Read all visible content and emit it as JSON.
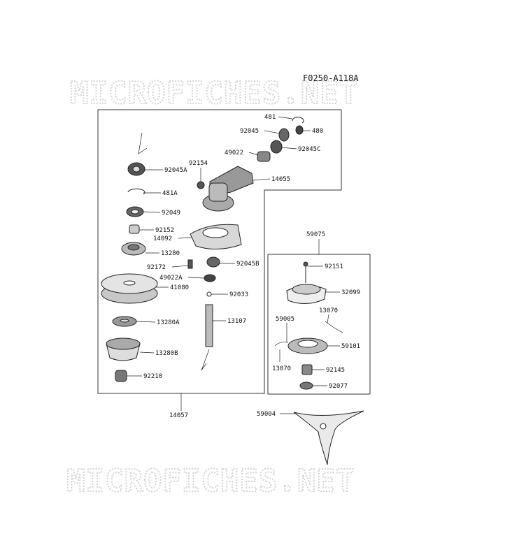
{
  "diagram_code": "F0250-A118A",
  "watermark": {
    "text": "MICROFICHES.NET"
  },
  "parts": {
    "p481": "481",
    "p92045": "92045",
    "p480": "480",
    "p49022": "49022",
    "p92045C": "92045C",
    "p92154": "92154",
    "p14055": "14055",
    "p92045A": "92045A",
    "p481A": "481A",
    "p92049": "92049",
    "p92152": "92152",
    "p14092": "14092",
    "p13280": "13280",
    "p92172": "92172",
    "p92045B": "92045B",
    "p49022A": "49022A",
    "p41080": "41080",
    "p92033": "92033",
    "p13280A": "13280A",
    "p13107": "13107",
    "p13280B": "13280B",
    "p92210": "92210",
    "p14057": "14057",
    "p59075": "59075",
    "p92151": "92151",
    "p32099": "32099",
    "p13070a": "13070",
    "p59005": "59005",
    "p59101": "59101",
    "p13070b": "13070",
    "p92145": "92145",
    "p92077": "92077",
    "p59004": "59004"
  }
}
